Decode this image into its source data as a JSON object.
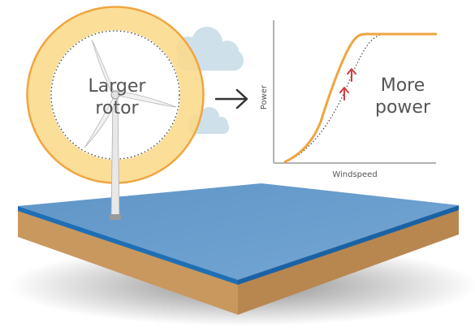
{
  "rotor": {
    "label_line1": "Larger",
    "label_line2": "rotor"
  },
  "chart": {
    "xlabel": "Windspeed",
    "ylabel": "Power",
    "annotation_line1": "More",
    "annotation_line2": "power"
  },
  "colors": {
    "rotor_ring": "#fbd98a",
    "rotor_edge": "#f0a540",
    "power_curve": "#f0a540",
    "baseline_curve": "#444444",
    "increase_arrows": "#d63c3c",
    "platform_top": "#6a9dcc",
    "platform_edge": "#1f6fb5",
    "platform_side": "#c4955e",
    "cloud": "#c9dde8"
  },
  "icons": [
    "wind-turbine-icon",
    "cloud-icon",
    "right-arrow-icon",
    "up-arrow-icon"
  ]
}
